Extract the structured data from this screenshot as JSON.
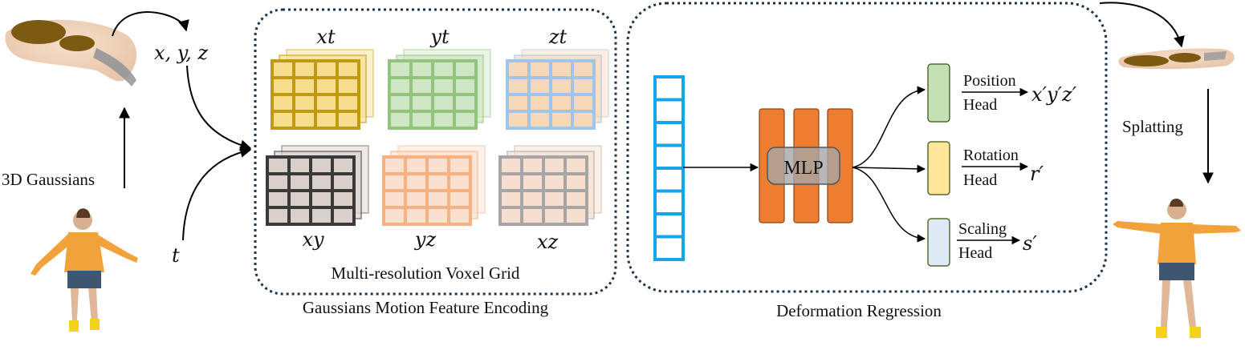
{
  "inputs": {
    "gaussians_label": "3D Gaussians",
    "xyz_label": "x, y, z",
    "t_label": "t"
  },
  "encoding": {
    "planes": [
      {
        "label": "xt",
        "color": "#c09a10",
        "light": "#f7de8f"
      },
      {
        "label": "yt",
        "color": "#93c47d",
        "light": "#cfe6c4"
      },
      {
        "label": "zt",
        "color": "#9fc5e8",
        "light": "#f6d7b8"
      },
      {
        "label": "xy",
        "color": "#3a3a3a",
        "light": "#d9d0cc"
      },
      {
        "label": "yz",
        "color": "#f4b183",
        "light": "#fbe0cf"
      },
      {
        "label": "xz",
        "color": "#a6a6a6",
        "light": "#f6dfcf"
      }
    ],
    "grid_title": "Multi-resolution Voxel Grid",
    "section_title": "Gaussians Motion Feature Encoding"
  },
  "regression": {
    "mlp_label": "MLP",
    "heads": [
      {
        "top": "Position",
        "bottom": "Head",
        "output": "x′y′z′",
        "color": "#c5e0b4"
      },
      {
        "top": "Rotation",
        "bottom": "Head",
        "output": "r′",
        "color": "#ffe699"
      },
      {
        "top": "Scaling",
        "bottom": "Head",
        "output": "s′",
        "color": "#deebf7"
      }
    ],
    "section_title": "Deformation Regression"
  },
  "output": {
    "splatting_label": "Splatting"
  },
  "colors": {
    "frame": "#1f3347",
    "feature_vector": "#1aa3e8",
    "mlp": "#ed7d31",
    "mlp_box": "#a6a6a6",
    "arrow": "#000000"
  }
}
